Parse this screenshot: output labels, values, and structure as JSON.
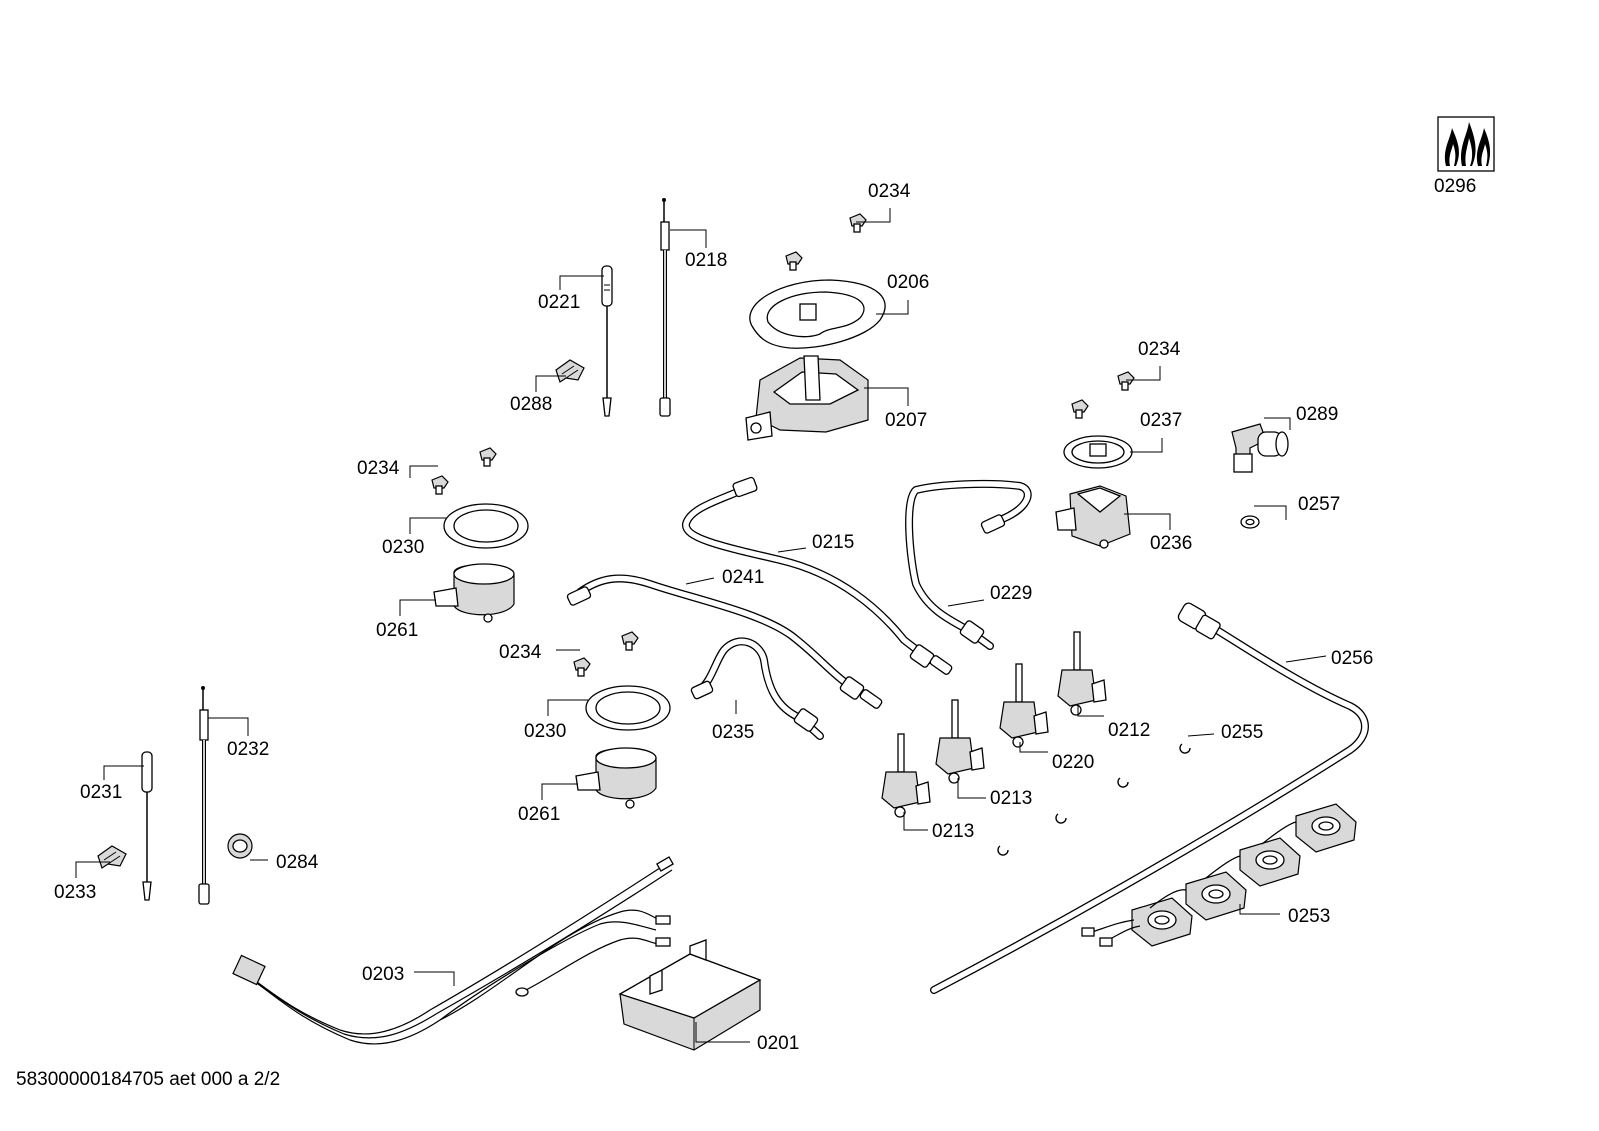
{
  "labels": {
    "l0296": "0296",
    "l0234a": "0234",
    "l0218": "0218",
    "l0206": "0206",
    "l0221": "0221",
    "l0288": "0288",
    "l0207": "0207",
    "l0234b": "0234",
    "l0237": "0237",
    "l0289": "0289",
    "l0234c": "0234",
    "l0230a": "0230",
    "l0215": "0215",
    "l0236": "0236",
    "l0257": "0257",
    "l0241": "0241",
    "l0229": "0229",
    "l0261a": "0261",
    "l0256": "0256",
    "l0234d": "0234",
    "l0212": "0212",
    "l0255": "0255",
    "l0230b": "0230",
    "l0235": "0235",
    "l0232": "0232",
    "l0220": "0220",
    "l0231": "0231",
    "l0213a": "0213",
    "l0261b": "0261",
    "l0213b": "0213",
    "l0284": "0284",
    "l0233": "0233",
    "l0253": "0253",
    "l0203": "0203",
    "l0201": "0201"
  },
  "footer": "58300000184705 aet 000 a 2/2",
  "icons": {
    "gas_symbol": "flame-icon"
  }
}
